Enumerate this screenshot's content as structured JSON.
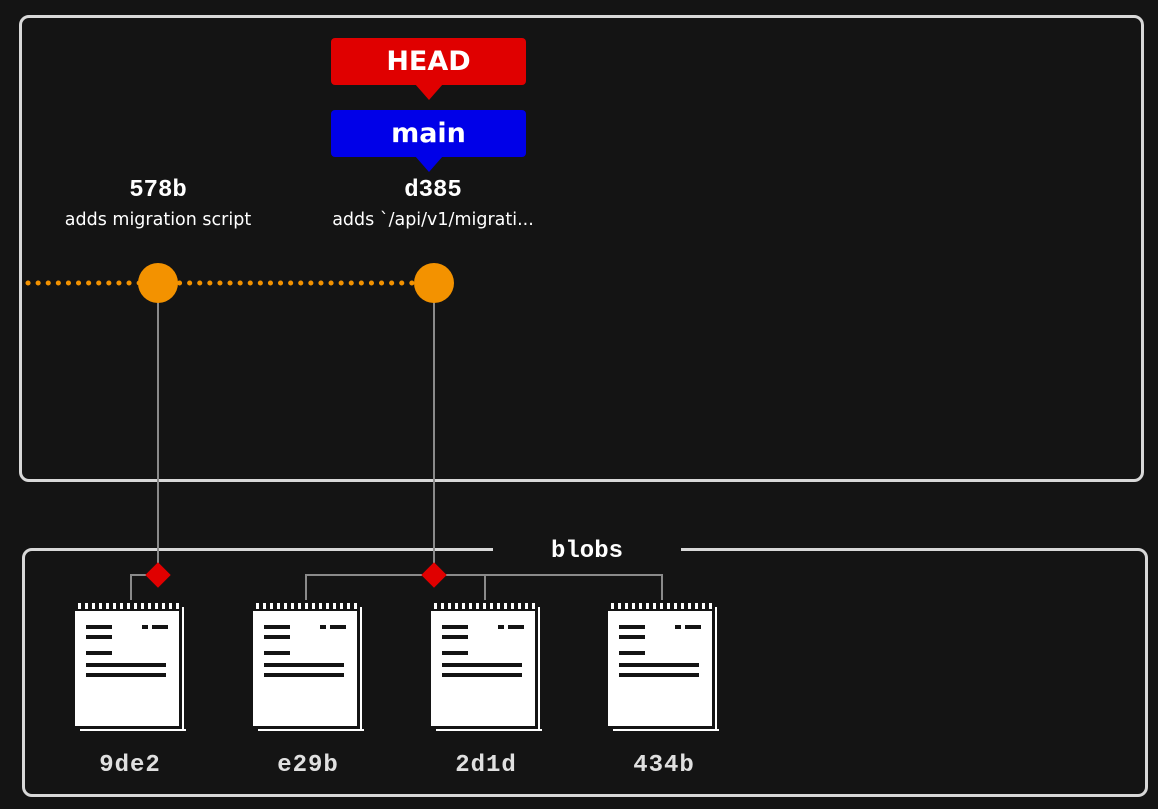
{
  "refs": {
    "head": "HEAD",
    "branch": "main"
  },
  "commits": [
    {
      "hash": "578b",
      "message": "adds migration script"
    },
    {
      "hash": "d385",
      "message": "adds `/api/v1/migrati..."
    }
  ],
  "blobs_panel": {
    "title": "blobs",
    "items": [
      "9de2",
      "e29b",
      "2d1d",
      "434b"
    ]
  },
  "colors": {
    "head": "#e00000",
    "branch": "#0000e8",
    "commit_node": "#f39200",
    "tree_node": "#e00000",
    "panel_border": "#d8d8d8",
    "background": "#141414"
  },
  "icons": {
    "commit": "commit-dot-icon",
    "tree": "tree-diamond-icon",
    "blob": "notepad-file-icon"
  }
}
